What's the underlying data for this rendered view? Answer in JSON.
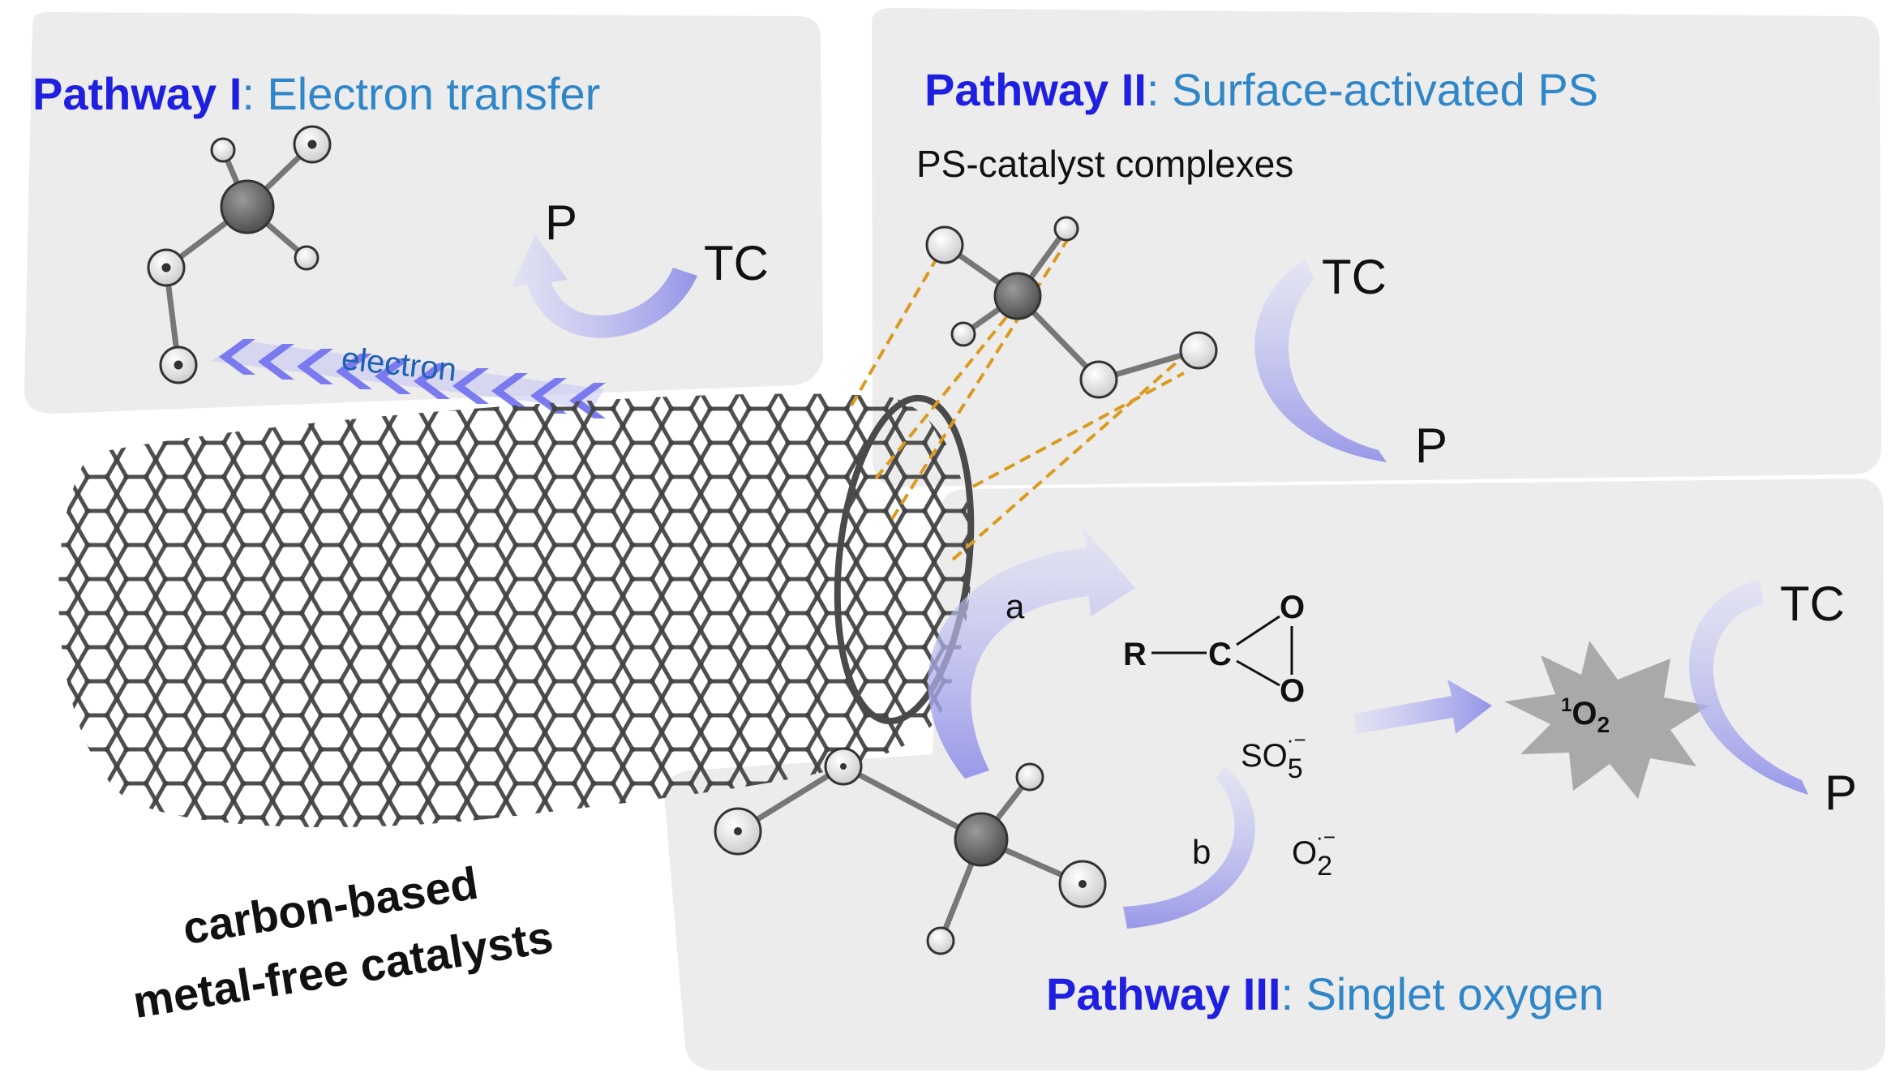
{
  "colors": {
    "pathway_keyword": "#1f1fe0",
    "pathway_desc": "#2f86c8",
    "panel_bg": "#ececec",
    "arrow_fill": "#9f9fee",
    "tube_stroke": "#4a4a4a",
    "dash_line": "#d99a1e",
    "burst": "#a9a9a9"
  },
  "pathway1": {
    "keyword": "Pathway I",
    "sep": ":",
    "desc": " Electron transfer",
    "label_p": "P",
    "label_tc": "TC",
    "electron": "electron"
  },
  "pathway2": {
    "keyword": "Pathway II",
    "sep": ":",
    "desc": " Surface-activated PS",
    "subtitle": "PS-catalyst complexes",
    "label_tc": "TC",
    "label_p": "P"
  },
  "pathway3": {
    "keyword": "Pathway III",
    "sep": ":",
    "desc": " Singlet oxygen",
    "label_a": "a",
    "label_b": "b",
    "r_group": "R",
    "carbon": "C",
    "oxygen_top": "O",
    "oxygen_bottom": "O",
    "so5_base": "SO",
    "so5_sub": "5",
    "so5_sup": "·−",
    "o2_base": "O",
    "o2_sub": "2",
    "o2_sup": "·−",
    "singlet_sup": "1",
    "singlet_base": "O",
    "singlet_sub": "2",
    "label_tc": "TC",
    "label_p": "P"
  },
  "catalyst": {
    "line1": "carbon-based",
    "line2": "metal-free catalysts"
  },
  "icons": [
    "persulfate-molecule-icon",
    "curved-arrow-icon",
    "singlet-oxygen-burst-icon",
    "carbon-nanotube-icon"
  ]
}
